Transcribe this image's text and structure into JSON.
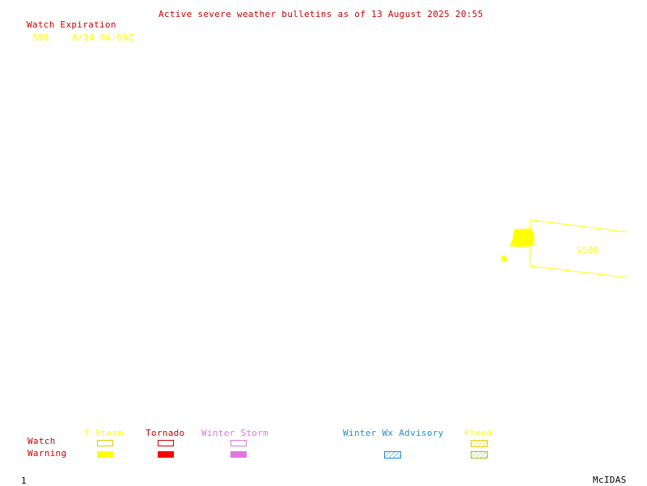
{
  "title": "Active severe weather bulletins as of 13 August 2025 20:55",
  "watch_list": {
    "header": "Watch Expiration",
    "items": [
      {
        "number": "588",
        "expiration": "8/14 04:00Z"
      }
    ]
  },
  "map": {
    "watch_label": "S588"
  },
  "legend": {
    "row_labels": {
      "watch": "Watch",
      "warning": "Warning"
    },
    "columns": [
      {
        "label": "T-Storm",
        "color": "#ffff00"
      },
      {
        "label": "Tornado",
        "color": "#ff0000"
      },
      {
        "label": "Winter Storm",
        "color": "#dd77dd"
      },
      {
        "label": "Winter Wx Advisory",
        "color": "#1e90d0"
      },
      {
        "label": "Flood",
        "color": "#88cc22"
      }
    ]
  },
  "footer": {
    "frame_number": "1",
    "brand": "McIDAS"
  },
  "colors": {
    "header_red": "#cc0000",
    "watch_yellow": "#ffff00"
  }
}
